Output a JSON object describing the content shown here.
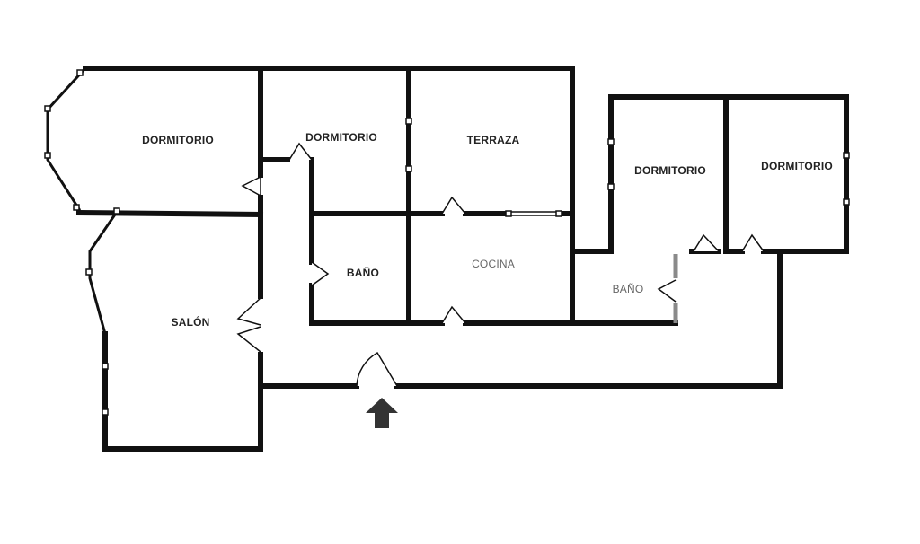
{
  "rooms": [
    {
      "id": "dormitorio-1",
      "label": "DORMITORIO"
    },
    {
      "id": "dormitorio-2",
      "label": "DORMITORIO"
    },
    {
      "id": "terraza",
      "label": "TERRAZA"
    },
    {
      "id": "dormitorio-3",
      "label": "DORMITORIO"
    },
    {
      "id": "dormitorio-4",
      "label": "DORMITORIO"
    },
    {
      "id": "bano-1",
      "label": "BAÑO"
    },
    {
      "id": "cocina",
      "label": "COCINA"
    },
    {
      "id": "bano-2",
      "label": "BAÑO"
    },
    {
      "id": "salon",
      "label": "SALÓN"
    }
  ],
  "colors": {
    "wall": "#111111",
    "faded_wall": "#8a8a8a",
    "arrow": "#333333"
  }
}
